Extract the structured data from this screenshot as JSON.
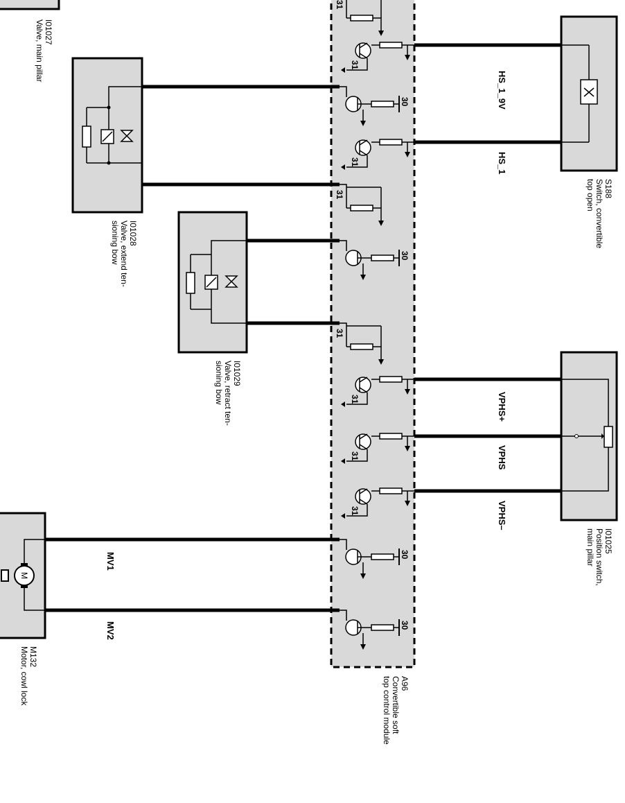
{
  "module": {
    "id": "A96",
    "name_lines": [
      "Convertible soft",
      "top control module"
    ]
  },
  "components": [
    {
      "key": "i01027",
      "id": "I01027",
      "name_lines": [
        "Valve, main pillar"
      ]
    },
    {
      "key": "i01028",
      "id": "I01028",
      "name_lines": [
        "Valve, extend ten-",
        "sioning bow"
      ]
    },
    {
      "key": "i01029",
      "id": "I01029",
      "name_lines": [
        "Valve, retract ten-",
        "sioning bow"
      ]
    },
    {
      "key": "m132",
      "id": "M132",
      "name_lines": [
        "Motor, cowl lock"
      ]
    },
    {
      "key": "s188",
      "id": "S188",
      "name_lines": [
        "Switch, convertible",
        "top open"
      ]
    },
    {
      "key": "i01025",
      "id": "I01025",
      "name_lines": [
        "Position switch,",
        "main pillar"
      ]
    }
  ],
  "wires": {
    "hs_1_9v": "HS_1_9V",
    "hs_1": "HS_1",
    "vphs_plus": "VPHS+",
    "vphs": "VPHS",
    "vphs_minus": "VPHS–",
    "mv1": "MV1",
    "mv2": "MV2"
  },
  "terminals": {
    "ground": "31",
    "supply": "30"
  },
  "motor_symbol": "M"
}
